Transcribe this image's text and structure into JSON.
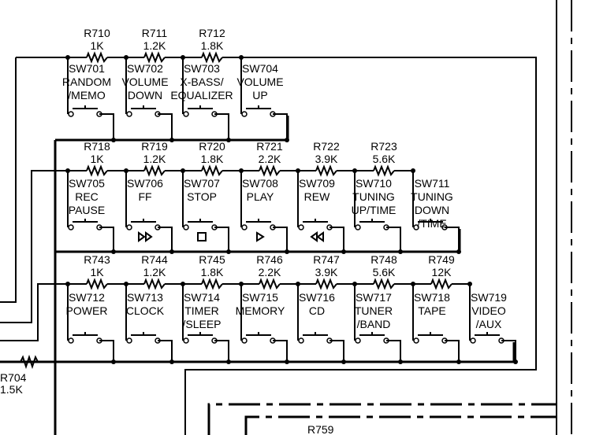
{
  "resistors_row1": [
    {
      "ref": "R710",
      "value": "1K"
    },
    {
      "ref": "R711",
      "value": "1.2K"
    },
    {
      "ref": "R712",
      "value": "1.8K"
    }
  ],
  "switches_row1": [
    {
      "ref": "SW701",
      "label1": "RANDOM",
      "label2": "/MEMO"
    },
    {
      "ref": "SW702",
      "label1": "VOLUME",
      "label2": "DOWN"
    },
    {
      "ref": "SW703",
      "label1": "X-BASS/",
      "label2": "EQUALIZER"
    },
    {
      "ref": "SW704",
      "label1": "VOLUME",
      "label2": "UP"
    }
  ],
  "resistors_row2": [
    {
      "ref": "R718",
      "value": "1K"
    },
    {
      "ref": "R719",
      "value": "1.2K"
    },
    {
      "ref": "R720",
      "value": "1.8K"
    },
    {
      "ref": "R721",
      "value": "2.2K"
    },
    {
      "ref": "R722",
      "value": "3.9K"
    },
    {
      "ref": "R723",
      "value": "5.6K"
    }
  ],
  "switches_row2": [
    {
      "ref": "SW705",
      "label1": "REC",
      "label2": "PAUSE",
      "label3": ""
    },
    {
      "ref": "SW706",
      "label1": "FF",
      "label2": "",
      "label3": ""
    },
    {
      "ref": "SW707",
      "label1": "STOP",
      "label2": "",
      "label3": ""
    },
    {
      "ref": "SW708",
      "label1": "PLAY",
      "label2": "",
      "label3": ""
    },
    {
      "ref": "SW709",
      "label1": "REW",
      "label2": "",
      "label3": ""
    },
    {
      "ref": "SW710",
      "label1": "TUNING",
      "label2": "UP/TIME",
      "label3": ""
    },
    {
      "ref": "SW711",
      "label1": "TUNING",
      "label2": "DOWN",
      "label3": "/TIME"
    }
  ],
  "resistors_row3": [
    {
      "ref": "R743",
      "value": "1K"
    },
    {
      "ref": "R744",
      "value": "1.2K"
    },
    {
      "ref": "R745",
      "value": "1.8K"
    },
    {
      "ref": "R746",
      "value": "2.2K"
    },
    {
      "ref": "R747",
      "value": "3.9K"
    },
    {
      "ref": "R748",
      "value": "5.6K"
    },
    {
      "ref": "R749",
      "value": "12K"
    }
  ],
  "switches_row3": [
    {
      "ref": "SW712",
      "label1": "POWER",
      "label2": ""
    },
    {
      "ref": "SW713",
      "label1": "CLOCK",
      "label2": ""
    },
    {
      "ref": "SW714",
      "label1": "TIMER",
      "label2": "/SLEEP"
    },
    {
      "ref": "SW715",
      "label1": "MEMORY",
      "label2": ""
    },
    {
      "ref": "SW716",
      "label1": "CD",
      "label2": ""
    },
    {
      "ref": "SW717",
      "label1": "TUNER",
      "label2": "/BAND"
    },
    {
      "ref": "SW718",
      "label1": "TAPE",
      "label2": ""
    },
    {
      "ref": "SW719",
      "label1": "VIDEO",
      "label2": "/AUX"
    }
  ],
  "misc": {
    "r704_ref": "R704",
    "r704_value": "1.5K",
    "r759_ref": "R759"
  }
}
